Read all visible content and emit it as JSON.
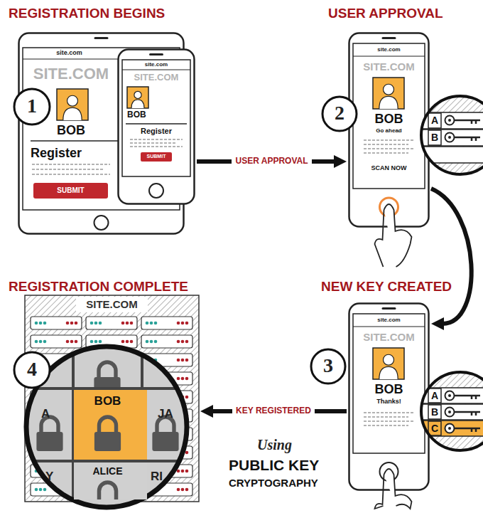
{
  "diagram": {
    "nodes": [
      {
        "text": [
          "site.com",
          "SITE.COM",
          "BOB",
          "Register",
          "SUBMIT"
        ]
      },
      {
        "text": [
          "site.com",
          "SITE.COM",
          "BOB",
          "Register",
          "SUBMIT"
        ]
      },
      {
        "text": [
          "site.com",
          "SITE.COM",
          "BOB",
          "Go ahead",
          "SCAN NOW"
        ]
      },
      {
        "text": [
          "site.com",
          "SITE.COM",
          "BOB",
          "Thanks!"
        ]
      },
      {
        "text": [
          "SITE.COM"
        ]
      },
      {
        "text": [
          "BOB"
        ],
        "in": 4
      },
      {
        "text": [
          "ALICE"
        ],
        "in": 4
      }
    ],
    "edges": [
      {
        "from": 1,
        "to": 2,
        "label": "USER APPROVAL",
        "arrow": "to"
      },
      {
        "from": 2,
        "to": 3,
        "arrow": "to"
      },
      {
        "from": 3,
        "to": 4,
        "label": "KEY REGISTERED",
        "arrow": "to"
      }
    ],
    "labels": [
      "REGISTRATION BEGINS",
      "USER APPROVAL",
      "REGISTRATION COMPLETE",
      "NEW KEY CREATED",
      "1",
      "2",
      "3",
      "4",
      "A",
      "B",
      "A",
      "B",
      "C",
      "A",
      "JA",
      "Y",
      "RI",
      "Using",
      "PUBLIC KEY",
      "CRYPTOGRAPHY"
    ]
  }
}
